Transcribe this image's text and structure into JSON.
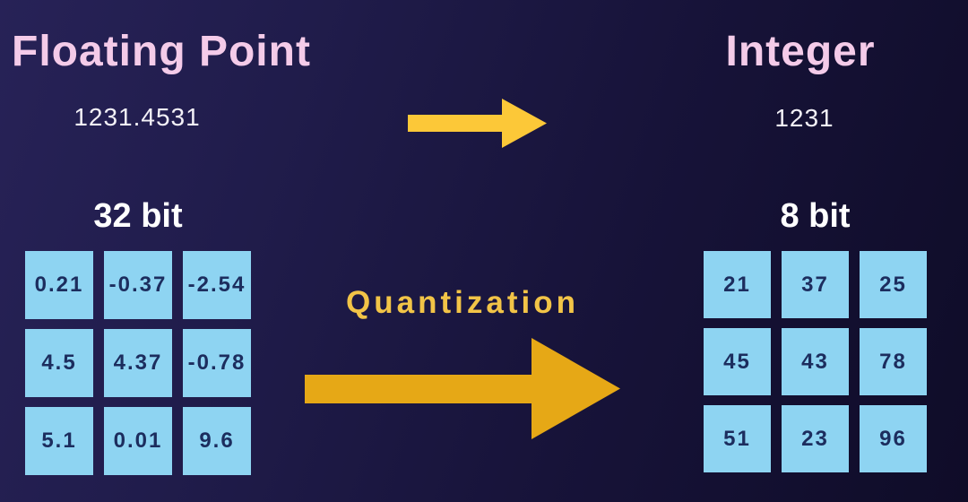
{
  "colors": {
    "background_left": "#272257",
    "background_right": "#0f0c28",
    "title_pink": "#f4cbe9",
    "value_white": "#f3f1f7",
    "cell_background": "#8ed4f2",
    "cell_text": "#1c2d5e",
    "small_arrow_yellow": "#fcc838",
    "big_arrow_gold": "#e6a816",
    "process_label_gold": "#f2c447"
  },
  "header": {
    "left_title": "Floating Point",
    "left_value": "1231.4531",
    "right_title": "Integer",
    "right_value": "1231"
  },
  "left_matrix": {
    "label": "32 bit",
    "rows": [
      [
        "0.21",
        "-0.37",
        "-2.54"
      ],
      [
        "4.5",
        "4.37",
        "-0.78"
      ],
      [
        "5.1",
        "0.01",
        "9.6"
      ]
    ]
  },
  "right_matrix": {
    "label": "8 bit",
    "rows": [
      [
        "21",
        "37",
        "25"
      ],
      [
        "45",
        "43",
        "78"
      ],
      [
        "51",
        "23",
        "96"
      ]
    ]
  },
  "center": {
    "process_label": "Quantization"
  },
  "icons": {
    "top_arrow": "right-arrow",
    "center_arrow": "right-arrow"
  }
}
